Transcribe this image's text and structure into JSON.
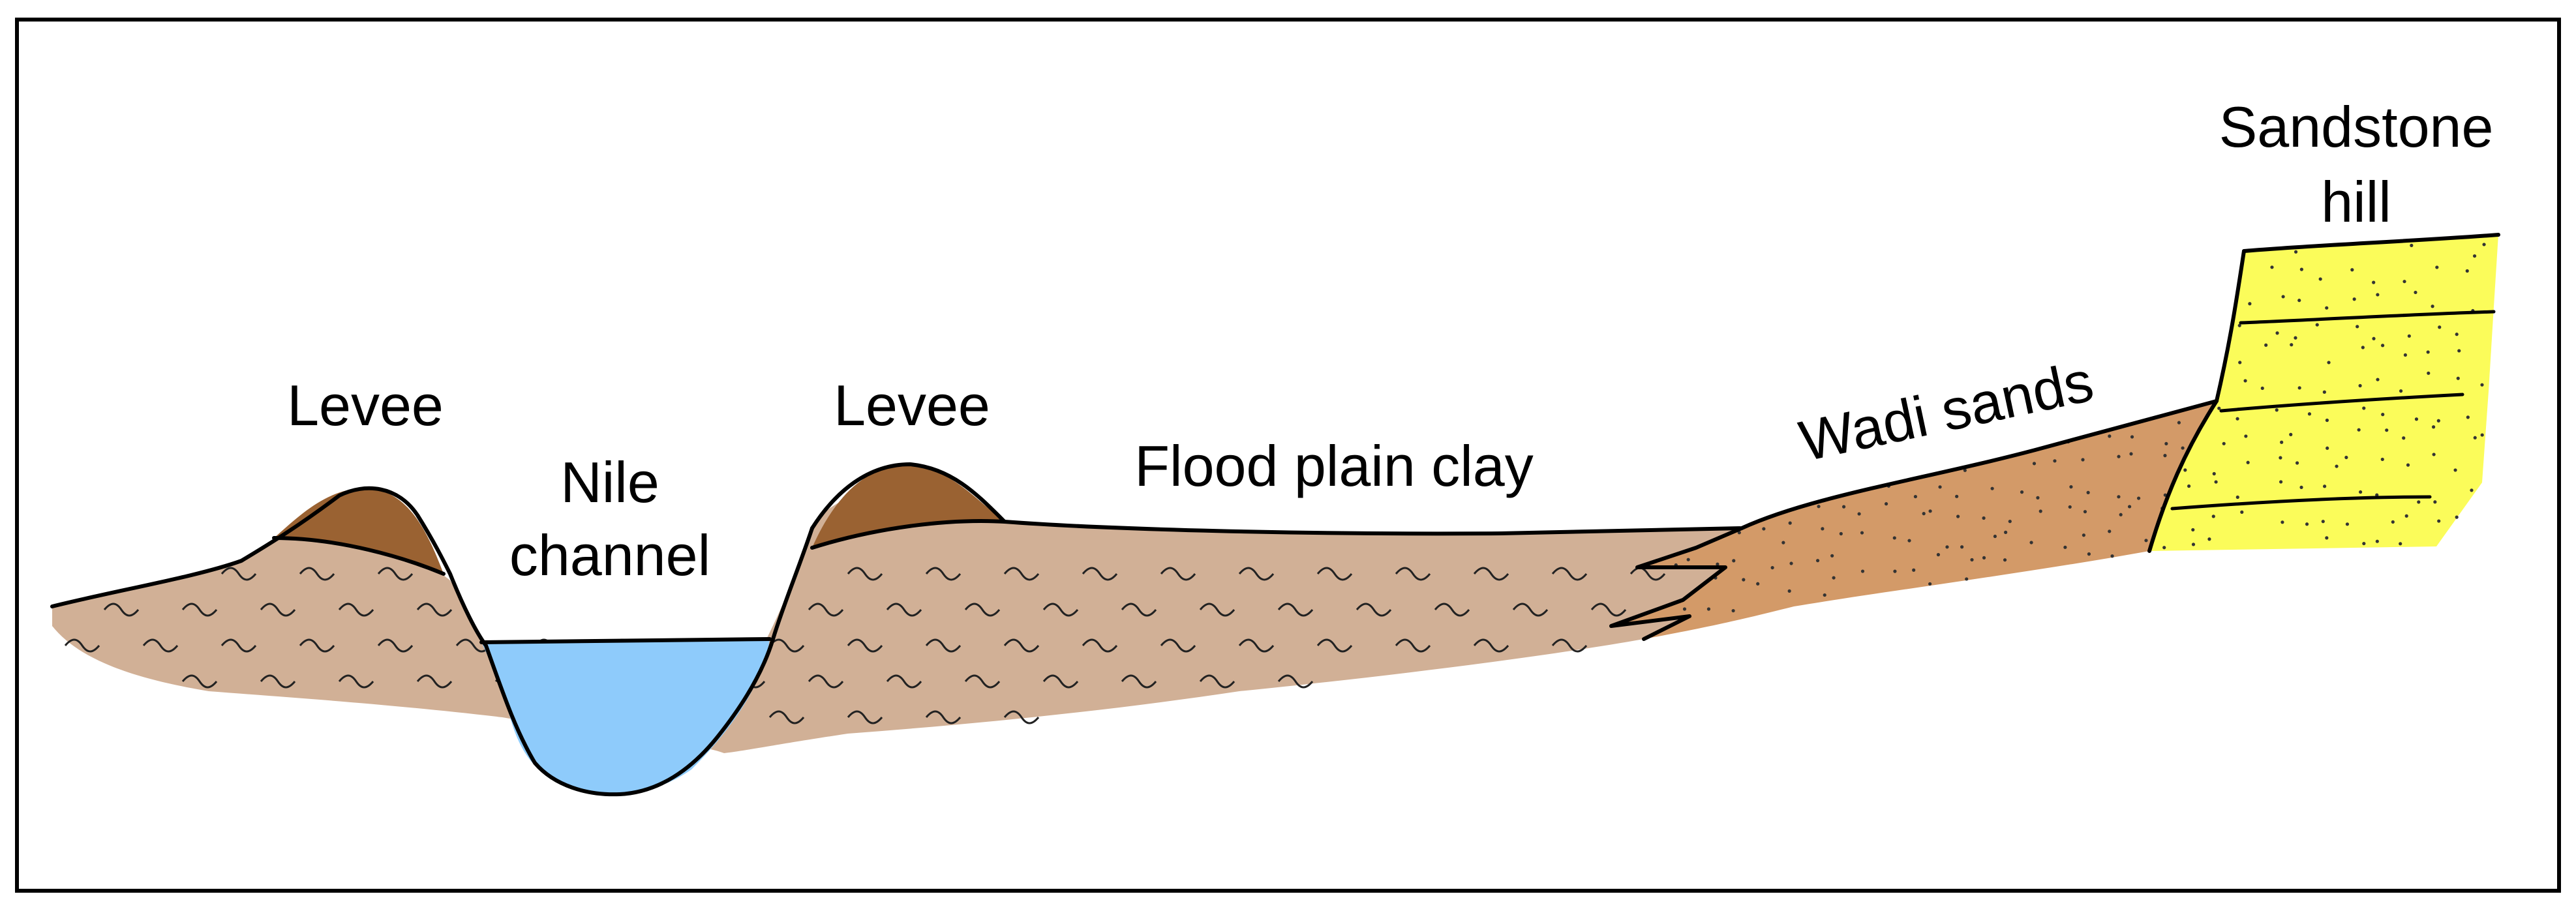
{
  "labels": {
    "levee_left": "Levee",
    "levee_right": "Levee",
    "nile_line1": "Nile",
    "nile_line2": "channel",
    "flood_plain": "Flood plain clay",
    "wadi": "Wadi sands",
    "sandstone_line1": "Sandstone",
    "sandstone_line2": "hill"
  },
  "colors": {
    "flood_plain_clay": "#d1b096",
    "levee": "#9a6232",
    "water": "#8ecbfb",
    "wadi_sands": "#d39a68",
    "sandstone": "#fbfc5a",
    "frame": "#000000"
  }
}
